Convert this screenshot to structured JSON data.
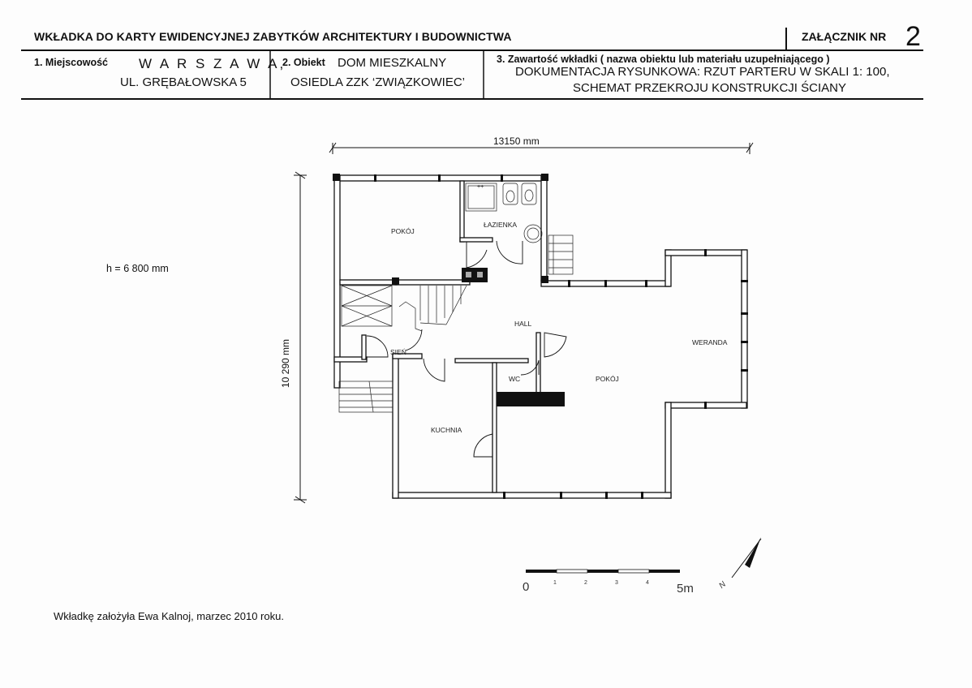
{
  "header": {
    "title": "WKŁADKA DO KARTY EWIDENCYJNEJ ZABYTKÓW ARCHITEKTURY I BUDOWNICTWA",
    "attachment_label": "ZAŁĄCZNIK NR",
    "attachment_number": "2"
  },
  "fields": {
    "locality_label": "1. Miejscowość",
    "locality_city": "W A R S Z A W A,",
    "locality_street": "UL. GRĘBAŁOWSKA 5",
    "object_label": "2. Obiekt",
    "object_line1": "DOM MIESZKALNY",
    "object_line2": "OSIEDLA ZZK ‘ZWIĄZKOWIEC’",
    "contents_label": "3. Zawartość wkładki ( nazwa obiektu lub materiału uzupełniającego )",
    "contents_line1": "DOKUMENTACJA RYSUNKOWA: RZUT PARTERU W SKALI 1: 100,",
    "contents_line2": "SCHEMAT PRZEKROJU KONSTRUKCJI ŚCIANY"
  },
  "plan": {
    "width_dimension": "13150 mm",
    "height_dimension": "10 290 mm",
    "height_note": "h = 6 800 mm",
    "rooms": {
      "pokoj_1": "POKÓJ",
      "lazienka": "ŁAZIENKA",
      "hall": "HALL",
      "sien": "SIEŃ",
      "wc": "WC",
      "pokoj_2": "POKÓJ",
      "weranda": "WERANDA",
      "kuchnia": "KUCHNIA"
    },
    "scale_labels": [
      "0",
      "1",
      "2",
      "3",
      "4",
      "5m"
    ],
    "north_label": "N"
  },
  "footer": {
    "note": "Wkładkę założyła Ewa Kalnoj, marzec 2010 roku."
  }
}
